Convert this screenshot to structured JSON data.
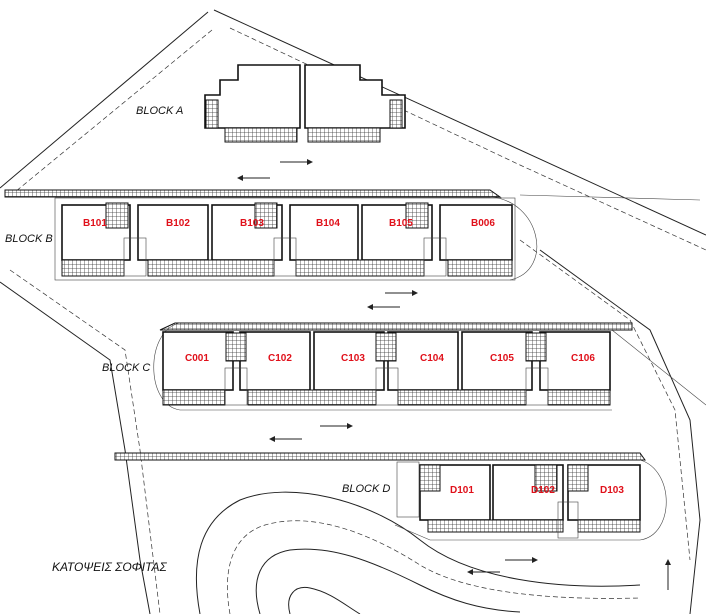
{
  "drawing_title": "ΚΑΤΟΨΕΙΣ ΣΟΦΙΤΑΣ",
  "blocks": {
    "a": {
      "label": "BLOCK A"
    },
    "b": {
      "label": "BLOCK B",
      "units": [
        "B101",
        "B102",
        "B103",
        "B104",
        "B105",
        "B006"
      ]
    },
    "c": {
      "label": "BLOCK C",
      "units": [
        "C001",
        "C102",
        "C103",
        "C104",
        "C105",
        "C106"
      ]
    },
    "d": {
      "label": "BLOCK D",
      "units": [
        "D101",
        "D102",
        "D103"
      ]
    }
  },
  "colors": {
    "unit_label": "#e0101a",
    "lines": "#222222"
  }
}
